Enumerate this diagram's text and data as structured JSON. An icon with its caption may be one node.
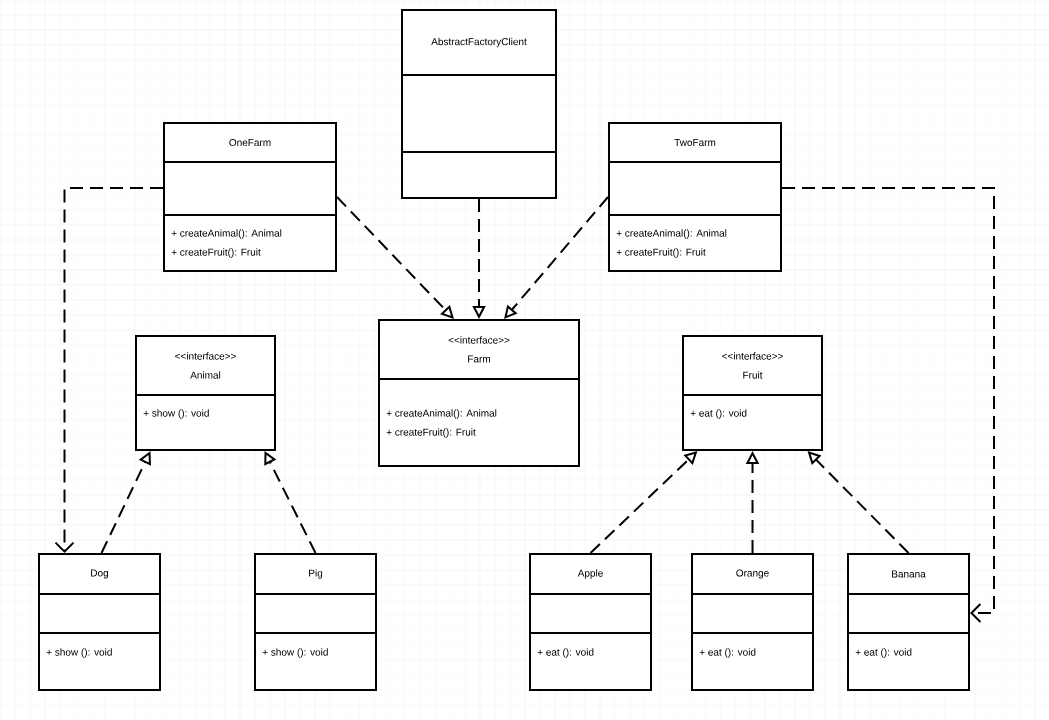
{
  "diagram": {
    "nodes": [
      {
        "text": [
          "AbstractFactoryClient"
        ]
      },
      {
        "text": [
          "OneFarm",
          "+ createAnimal(): Animal",
          "+ createFruit(): Fruit"
        ]
      },
      {
        "text": [
          "TwoFarm",
          "+ createAnimal(): Animal",
          "+ createFruit(): Fruit"
        ]
      },
      {
        "text": [
          "<<interface>>",
          "Animal",
          "+ show (): void"
        ]
      },
      {
        "text": [
          "<<interface>>",
          "Farm",
          "+ createAnimal(): Animal",
          "+ createFruit(): Fruit"
        ]
      },
      {
        "text": [
          "<<interface>>",
          "Fruit",
          "+ eat (): void"
        ]
      },
      {
        "text": [
          "Dog",
          "+ show (): void"
        ]
      },
      {
        "text": [
          "Pig",
          "+ show (): void"
        ]
      },
      {
        "text": [
          "Apple",
          "+ eat (): void"
        ]
      },
      {
        "text": [
          "Orange",
          "+ eat (): void"
        ]
      },
      {
        "text": [
          "Banana",
          "+ eat (): void"
        ]
      }
    ],
    "edges": [
      {
        "from": 1,
        "to": 4,
        "arrow": "to",
        "style": "dashed"
      },
      {
        "from": 0,
        "to": 4,
        "arrow": "to",
        "style": "dashed"
      },
      {
        "from": 2,
        "to": 4,
        "arrow": "to",
        "style": "dashed"
      },
      {
        "from": 1,
        "to": 6,
        "arrow": "to",
        "style": "dashed"
      },
      {
        "from": 2,
        "to": 10,
        "arrow": "to",
        "style": "dashed"
      },
      {
        "from": 6,
        "to": 3,
        "arrow": "to",
        "style": "dashed"
      },
      {
        "from": 7,
        "to": 3,
        "arrow": "to",
        "style": "dashed"
      },
      {
        "from": 8,
        "to": 5,
        "arrow": "to",
        "style": "dashed"
      },
      {
        "from": 9,
        "to": 5,
        "arrow": "to",
        "style": "dashed"
      },
      {
        "from": 10,
        "to": 5,
        "arrow": "to",
        "style": "dashed"
      }
    ]
  }
}
